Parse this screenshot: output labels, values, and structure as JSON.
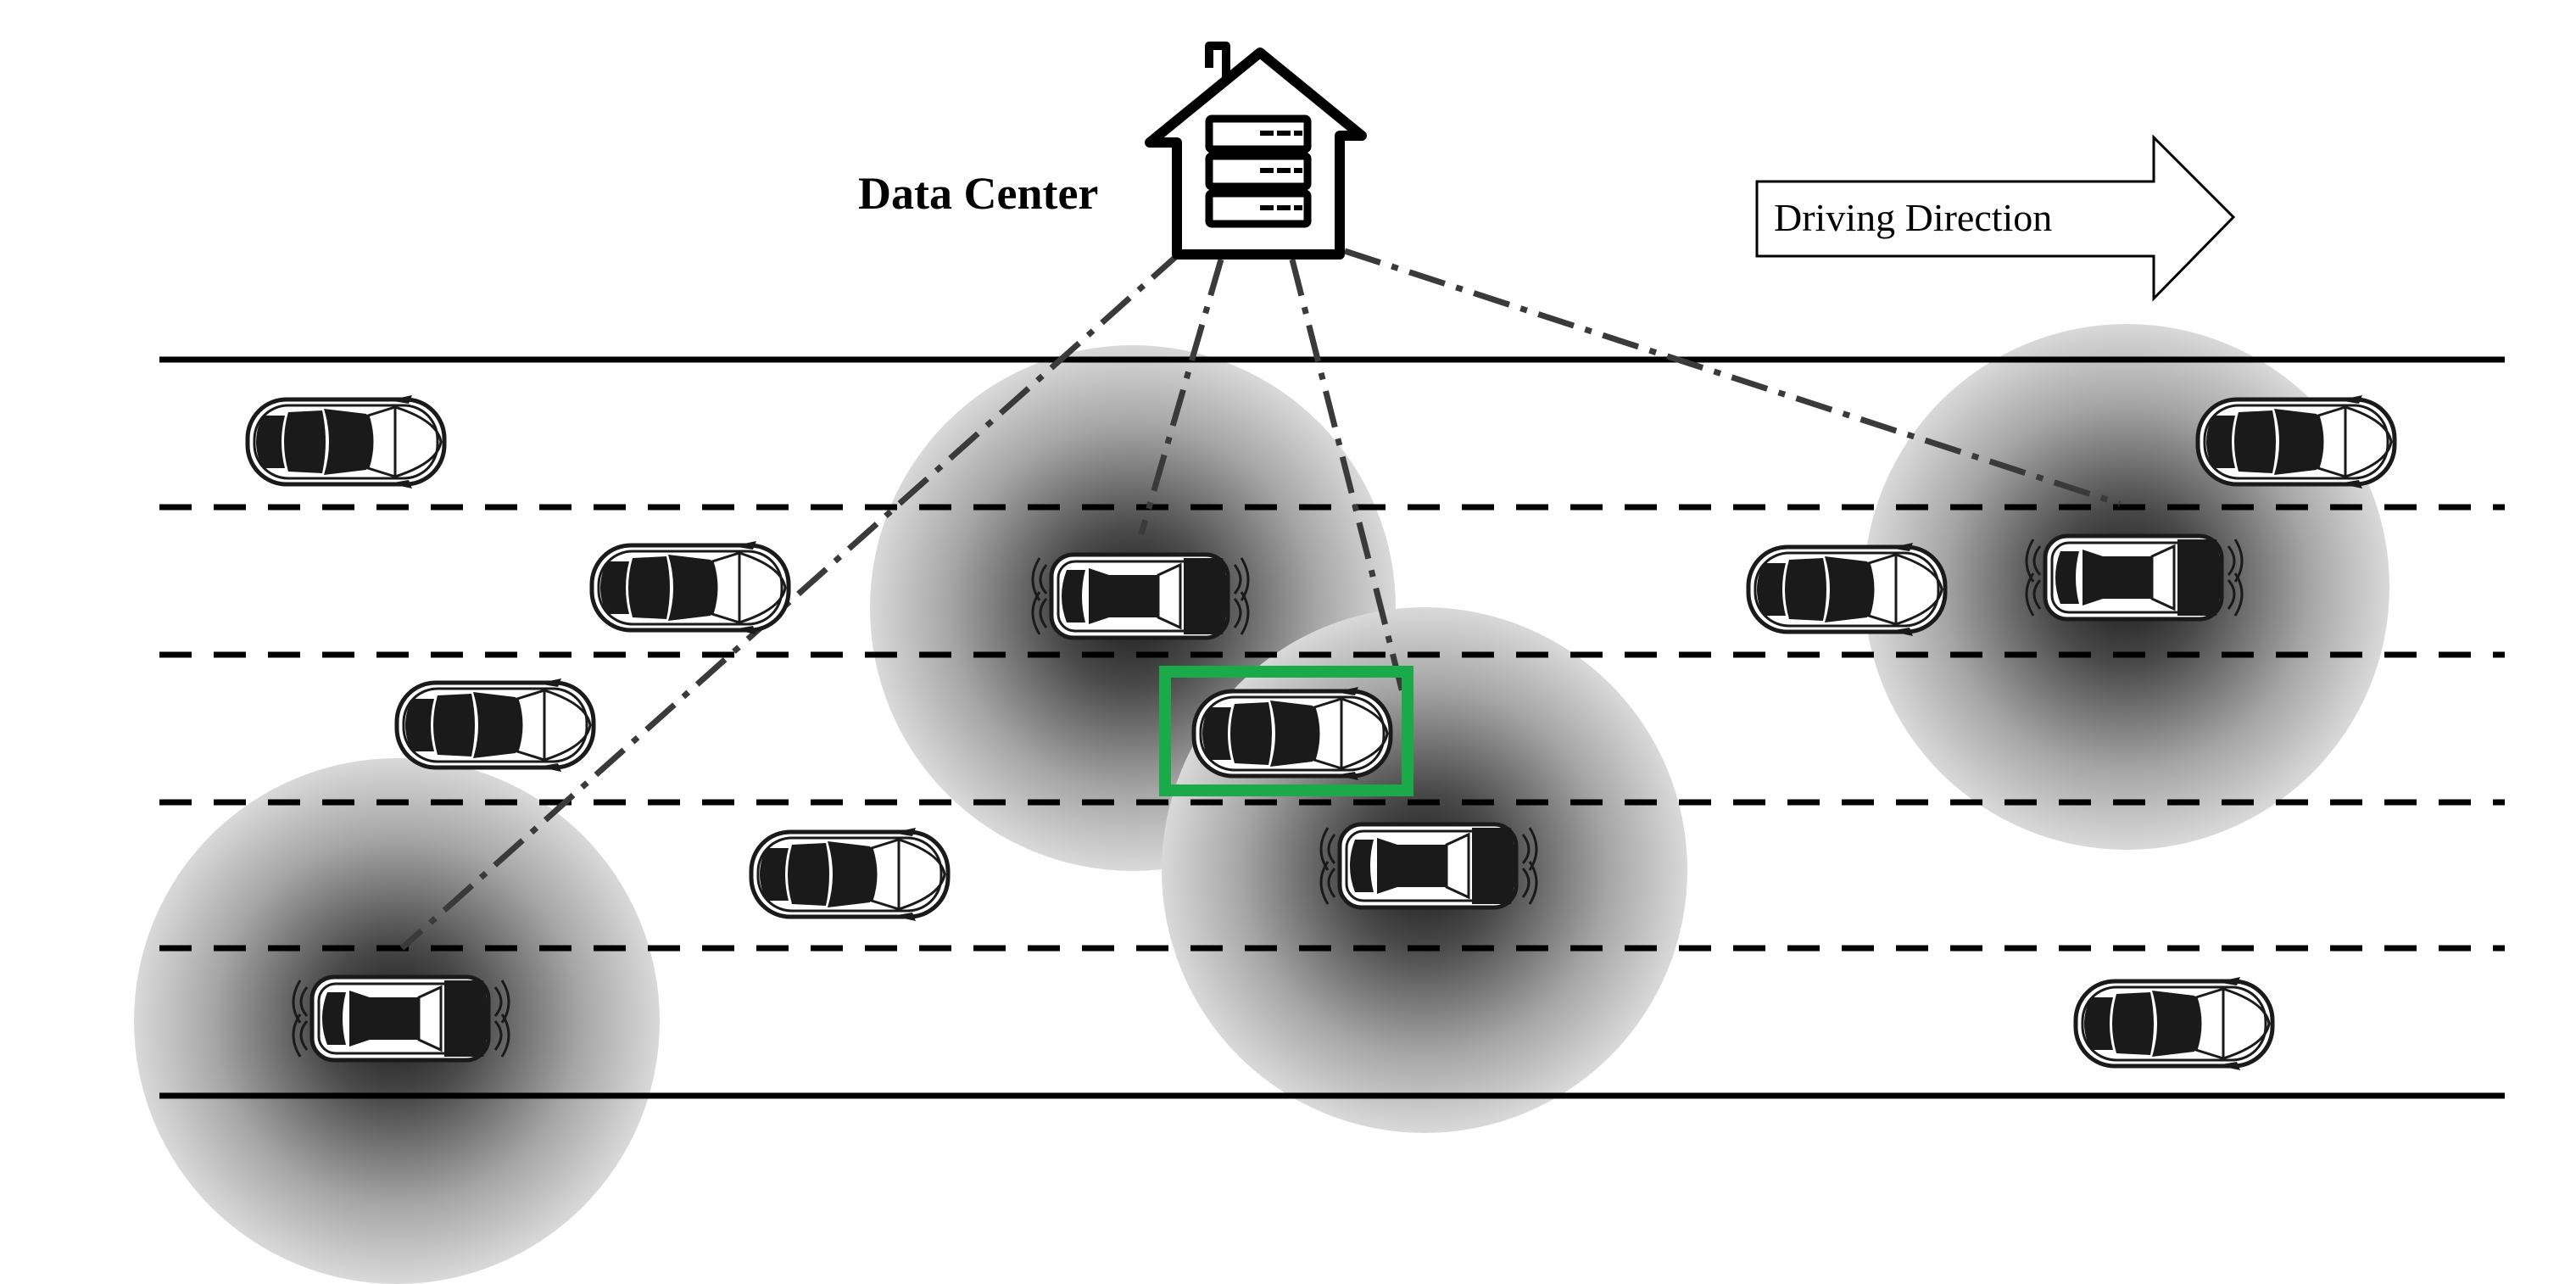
{
  "data_center": {
    "label": "Data Center",
    "icon": "server-house-icon"
  },
  "direction": {
    "label": "Driving Direction",
    "icon": "right-arrow-icon"
  },
  "road": {
    "lanes": 5,
    "line_color": "#000000"
  },
  "highlight_color": "#1aaa4a",
  "coverage_color": "#1a1a1a",
  "link_style": "dash-dot"
}
